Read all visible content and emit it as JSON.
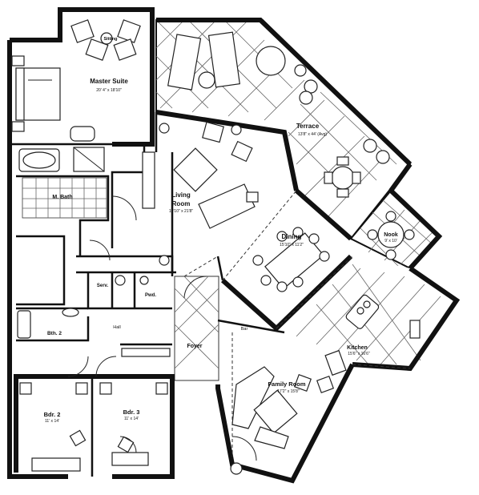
{
  "rooms": {
    "master_suite": {
      "name": "Master Suite",
      "dims": "20' 4\" x 18'10\""
    },
    "sitting": {
      "name": "Sitting"
    },
    "terrace": {
      "name": "Terrace",
      "dims": "13'8\" x 44' (Avg)"
    },
    "living_room": {
      "name_line1": "Living",
      "name_line2": "Room",
      "dims": "19'10\" x 21'8\""
    },
    "dining": {
      "name": "Dining",
      "dims": "15'10\" x 11'2\""
    },
    "nook": {
      "name": "Nook",
      "dims": "9' x 10'"
    },
    "m_bath": {
      "name": "M. Bath"
    },
    "serv": {
      "name": "Serv."
    },
    "pwd": {
      "name": "Pwd."
    },
    "bth2": {
      "name": "Bth. 2"
    },
    "hall": {
      "name": "Hall"
    },
    "foyer": {
      "name": "Foyer"
    },
    "bar": {
      "name": "Bar"
    },
    "kitchen": {
      "name": "Kitchen",
      "dims": "15'6\" x 16'6\""
    },
    "family_room": {
      "name": "Family Room",
      "dims": "17'2\" x 15'8\""
    },
    "bdr2": {
      "name": "Bdr. 2",
      "dims": "11' x 14'"
    },
    "bdr3": {
      "name": "Bdr. 3",
      "dims": "11' x 14'"
    }
  }
}
